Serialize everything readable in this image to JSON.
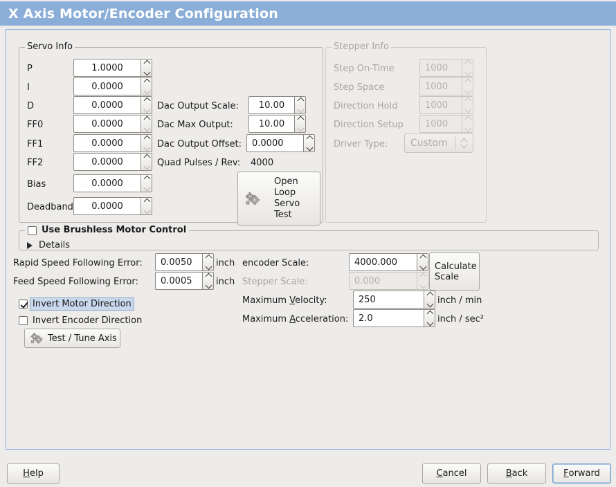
{
  "window": {
    "title": "X Axis Motor/Encoder Configuration",
    "titlebar_color": "#8aaed8",
    "background_color": "#edecea"
  },
  "servo_info": {
    "legend": "Servo Info",
    "fields": [
      {
        "label": "P",
        "value": "1.0000"
      },
      {
        "label": "I",
        "value": "0.0000"
      },
      {
        "label": "D",
        "value": "0.0000"
      },
      {
        "label": "FF0",
        "value": "0.0000"
      },
      {
        "label": "FF1",
        "value": "0.0000"
      },
      {
        "label": "FF2",
        "value": "0.0000"
      },
      {
        "label": "Bias",
        "value": "0.0000"
      },
      {
        "label": "Deadband",
        "value": "0.0000"
      }
    ],
    "dac": [
      {
        "label": "Dac Output Scale:",
        "value": "10.00"
      },
      {
        "label": "Dac Max Output:",
        "value": "10.00"
      },
      {
        "label": "Dac Output Offset:",
        "value": "0.0000"
      }
    ],
    "quad_pulses": {
      "label": "Quad Pulses / Rev:",
      "value": "4000"
    },
    "open_loop_button": {
      "icon": "gears-icon",
      "line1": "Open",
      "line2": "Loop",
      "line3": "Servo",
      "line4": "Test"
    }
  },
  "stepper_info": {
    "legend": "Stepper Info",
    "enabled": false,
    "fields": [
      {
        "label": "Step On-Time",
        "value": "1000"
      },
      {
        "label": "Step Space",
        "value": "1000"
      },
      {
        "label": "Direction Hold",
        "value": "1000"
      },
      {
        "label": "Direction Setup",
        "value": "1000"
      }
    ],
    "driver_type": {
      "label": "Driver Type:",
      "value": "Custom"
    }
  },
  "brushless": {
    "legend": "Use Brushless Motor Control",
    "checked": false,
    "details_label": "Details",
    "details_expanded": false
  },
  "errors": {
    "rapid": {
      "label": "Rapid Speed Following Error:",
      "value": "0.0050",
      "unit": "inch"
    },
    "feed": {
      "label": "Feed Speed Following Error:",
      "value": "0.0005",
      "unit": "inch"
    }
  },
  "direction": {
    "invert_motor": {
      "label": "Invert Motor Direction",
      "checked": true,
      "focused": true
    },
    "invert_encoder": {
      "label": "Invert Encoder Direction",
      "checked": false,
      "focused": false
    }
  },
  "test_tune_button": {
    "icon": "gears-icon",
    "label": "Test / Tune Axis"
  },
  "scales": {
    "encoder": {
      "label": "encoder Scale:",
      "value": "4000.000",
      "enabled": true
    },
    "stepper": {
      "label": "Stepper Scale:",
      "value": "0.000",
      "enabled": false
    },
    "calculate_button": {
      "line1": "Calculate",
      "line2": "Scale"
    },
    "max_velocity": {
      "label_pre": "Maximum ",
      "mnemonic": "V",
      "label_post": "elocity:",
      "value": "250",
      "unit": "inch / min"
    },
    "max_acceleration": {
      "label_pre": "Maximum ",
      "mnemonic": "A",
      "label_post": "cceleration:",
      "value": "2.0",
      "unit": "inch / sec²"
    }
  },
  "footer": {
    "help": {
      "mnemonic": "H",
      "rest": "elp"
    },
    "cancel": {
      "mnemonic": "C",
      "rest": "ancel"
    },
    "back": {
      "mnemonic": "B",
      "rest": "ack"
    },
    "forward": {
      "mnemonic": "F",
      "rest": "orward",
      "focused": true
    }
  }
}
